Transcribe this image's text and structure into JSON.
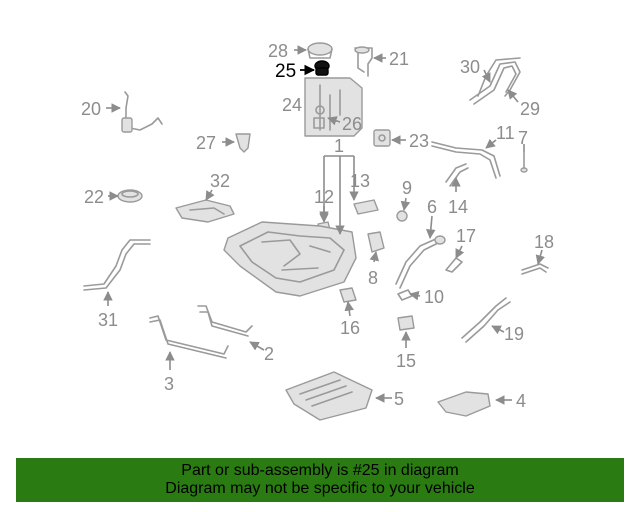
{
  "diagram": {
    "highlighted_part": "25",
    "callouts": [
      "1",
      "2",
      "3",
      "4",
      "5",
      "6",
      "7",
      "8",
      "9",
      "10",
      "11",
      "12",
      "13",
      "14",
      "15",
      "16",
      "17",
      "18",
      "19",
      "20",
      "21",
      "22",
      "23",
      "24",
      "25",
      "26",
      "27",
      "28",
      "29",
      "30",
      "31",
      "32"
    ]
  },
  "banner": {
    "line1": "Part or sub-assembly is #25 in diagram",
    "line2": "Diagram may not be specific to your vehicle",
    "background_color": "#2a7c12"
  }
}
